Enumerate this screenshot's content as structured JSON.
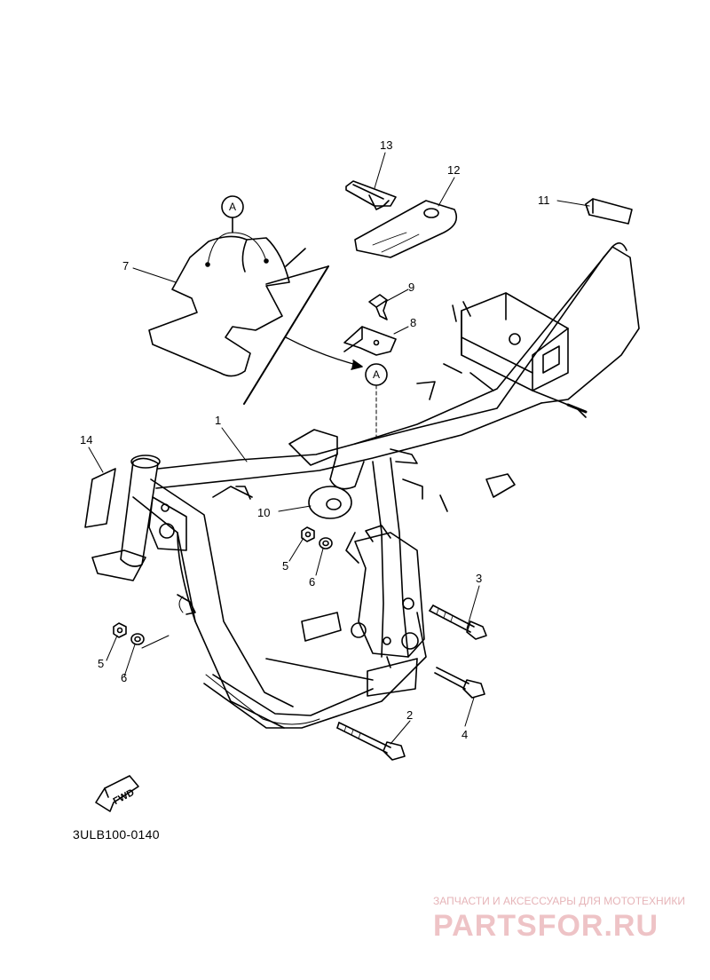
{
  "parts": [
    {
      "number": "1"
    },
    {
      "number": "2"
    },
    {
      "number": "3"
    },
    {
      "number": "4"
    },
    {
      "number": "5"
    },
    {
      "number": "6"
    },
    {
      "number": "5"
    },
    {
      "number": "6"
    },
    {
      "number": "7"
    },
    {
      "number": "8"
    },
    {
      "number": "9"
    },
    {
      "number": "10"
    },
    {
      "number": "11"
    },
    {
      "number": "12"
    },
    {
      "number": "13"
    },
    {
      "number": "14"
    }
  ],
  "reference_marks": [
    "A",
    "A"
  ],
  "fwd_label": "FWD",
  "diagram_code": "3ULB100-0140",
  "watermark": {
    "tagline": "ЗАПЧАСТИ И АКСЕССУАРЫ ДЛЯ МОТОТЕХНИКИ",
    "logo": "PARTSFOR.RU"
  },
  "colors": {
    "line": "#000000",
    "watermark": "#eec3c6"
  }
}
